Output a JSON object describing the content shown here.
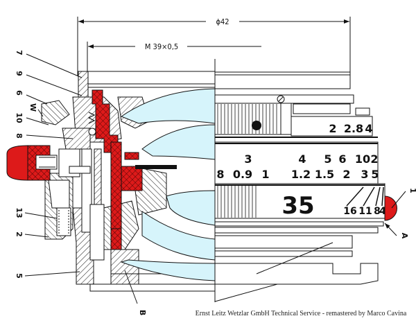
{
  "title": "Leica lens cross-section technical drawing",
  "dimensions": {
    "outer_diameter": "ϕ42",
    "mount_thread": "M 39×0,5"
  },
  "part_labels_left": [
    "7",
    "9",
    "6",
    "W",
    "10",
    "8",
    "13",
    "2",
    "5"
  ],
  "part_labels_other": {
    "bottom": "B",
    "right_arrow": "A",
    "right_red_dot": "1"
  },
  "aperture_scale": {
    "visible": [
      "2",
      "2.8",
      "4"
    ]
  },
  "distance_scale": {
    "feet_row": [
      "3",
      "4",
      "5",
      "6",
      "10",
      "2"
    ],
    "meter_row": [
      "8",
      "0.9",
      "1",
      "1.2",
      "1.5",
      "2",
      "3",
      "5"
    ]
  },
  "focal_length": "35",
  "dof_scale": [
    "16",
    "11",
    "8",
    "4"
  ],
  "credit": "Ernst Leitz Wetzlar GmbH Technical Service - remastered by Marco Cavina",
  "colors": {
    "red_part": "#dd1a1a",
    "glass": "#d6f4fb",
    "line": "#111111"
  }
}
